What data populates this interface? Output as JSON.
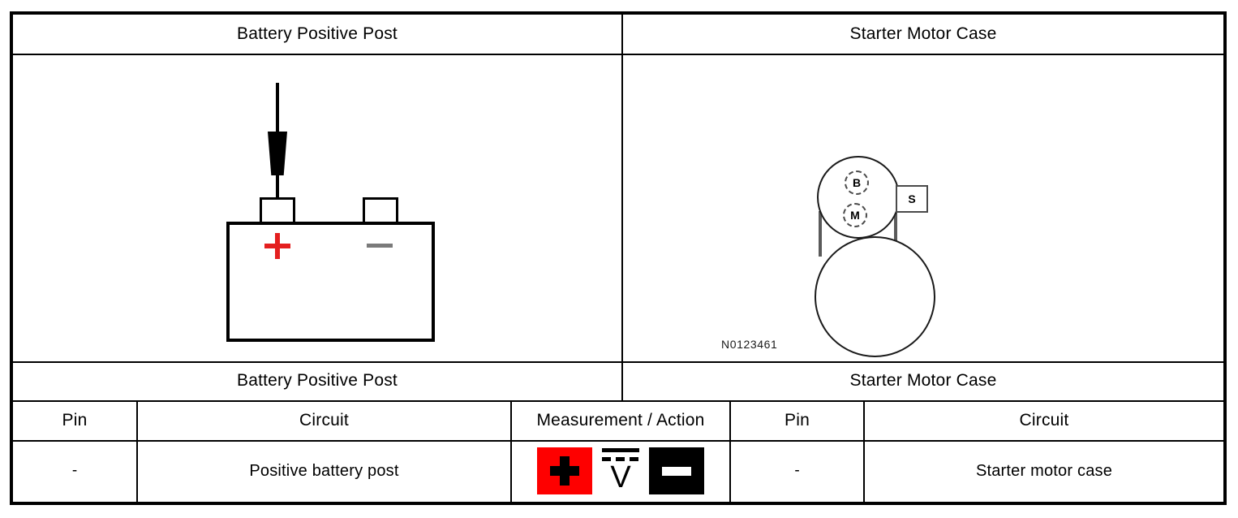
{
  "panels": {
    "left": {
      "title": "Battery Positive Post",
      "illustration": {
        "name": "battery-with-probe",
        "positive_mark": "+",
        "positive_mark_color": "#e41f1f",
        "negative_mark": "—",
        "negative_mark_color": "#7a7a7a"
      }
    },
    "right": {
      "title": "Starter Motor Case",
      "illustration": {
        "name": "starter-motor",
        "terminals": [
          "B",
          "M",
          "S"
        ],
        "reference_code": "N0123461"
      }
    }
  },
  "table": {
    "group_headers": {
      "left": "Battery Positive Post",
      "right": "Starter Motor Case"
    },
    "columns": {
      "left_pin": "Pin",
      "left_circuit": "Circuit",
      "measurement": "Measurement / Action",
      "right_pin": "Pin",
      "right_circuit": "Circuit"
    },
    "row": {
      "left_pin": "-",
      "left_circuit": "Positive battery post",
      "right_pin": "-",
      "right_circuit": "Starter motor case"
    },
    "measurement_symbols": {
      "positive_label": "+",
      "positive_bg": "#fe0000",
      "meter_label": "V",
      "meter_type": "dc-voltage",
      "negative_label": "−",
      "negative_bg": "#000000"
    }
  }
}
